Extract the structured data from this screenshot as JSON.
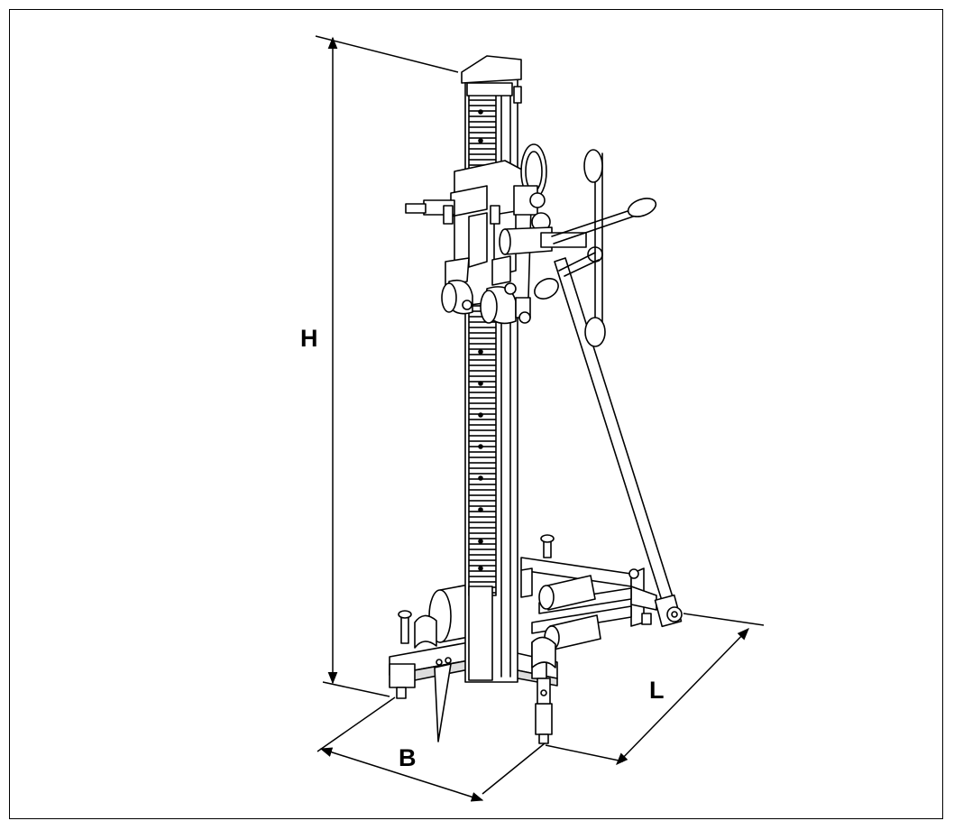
{
  "labels": {
    "height": "H",
    "width": "B",
    "length": "L"
  },
  "colors": {
    "line": "#000000",
    "fill": "#ffffff",
    "shade": "#d9d9d9",
    "dark": "#555555"
  }
}
